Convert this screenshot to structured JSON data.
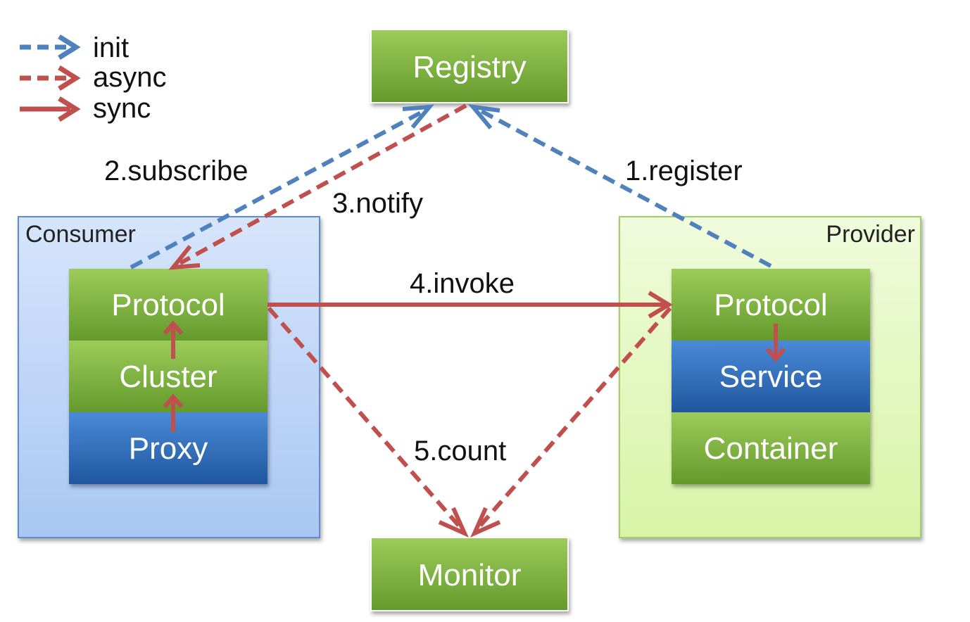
{
  "legend": {
    "init": "init",
    "async": "async",
    "sync": "sync"
  },
  "groups": {
    "consumer": "Consumer",
    "provider": "Provider"
  },
  "nodes": {
    "registry": "Registry",
    "monitor": "Monitor",
    "consumer_protocol": "Protocol",
    "consumer_cluster": "Cluster",
    "consumer_proxy": "Proxy",
    "provider_protocol": "Protocol",
    "provider_service": "Service",
    "provider_container": "Container"
  },
  "edges": {
    "register": "1.register",
    "subscribe": "2.subscribe",
    "notify": "3.notify",
    "invoke": "4.invoke",
    "count": "5.count"
  },
  "colors": {
    "init": "#4f81bd",
    "async": "#c0504d",
    "sync": "#c0504d",
    "node_green": "#77a93a",
    "node_blue": "#2f6dba",
    "consumer_bg": "#bcd4f7",
    "provider_bg": "#e4f7c4"
  }
}
